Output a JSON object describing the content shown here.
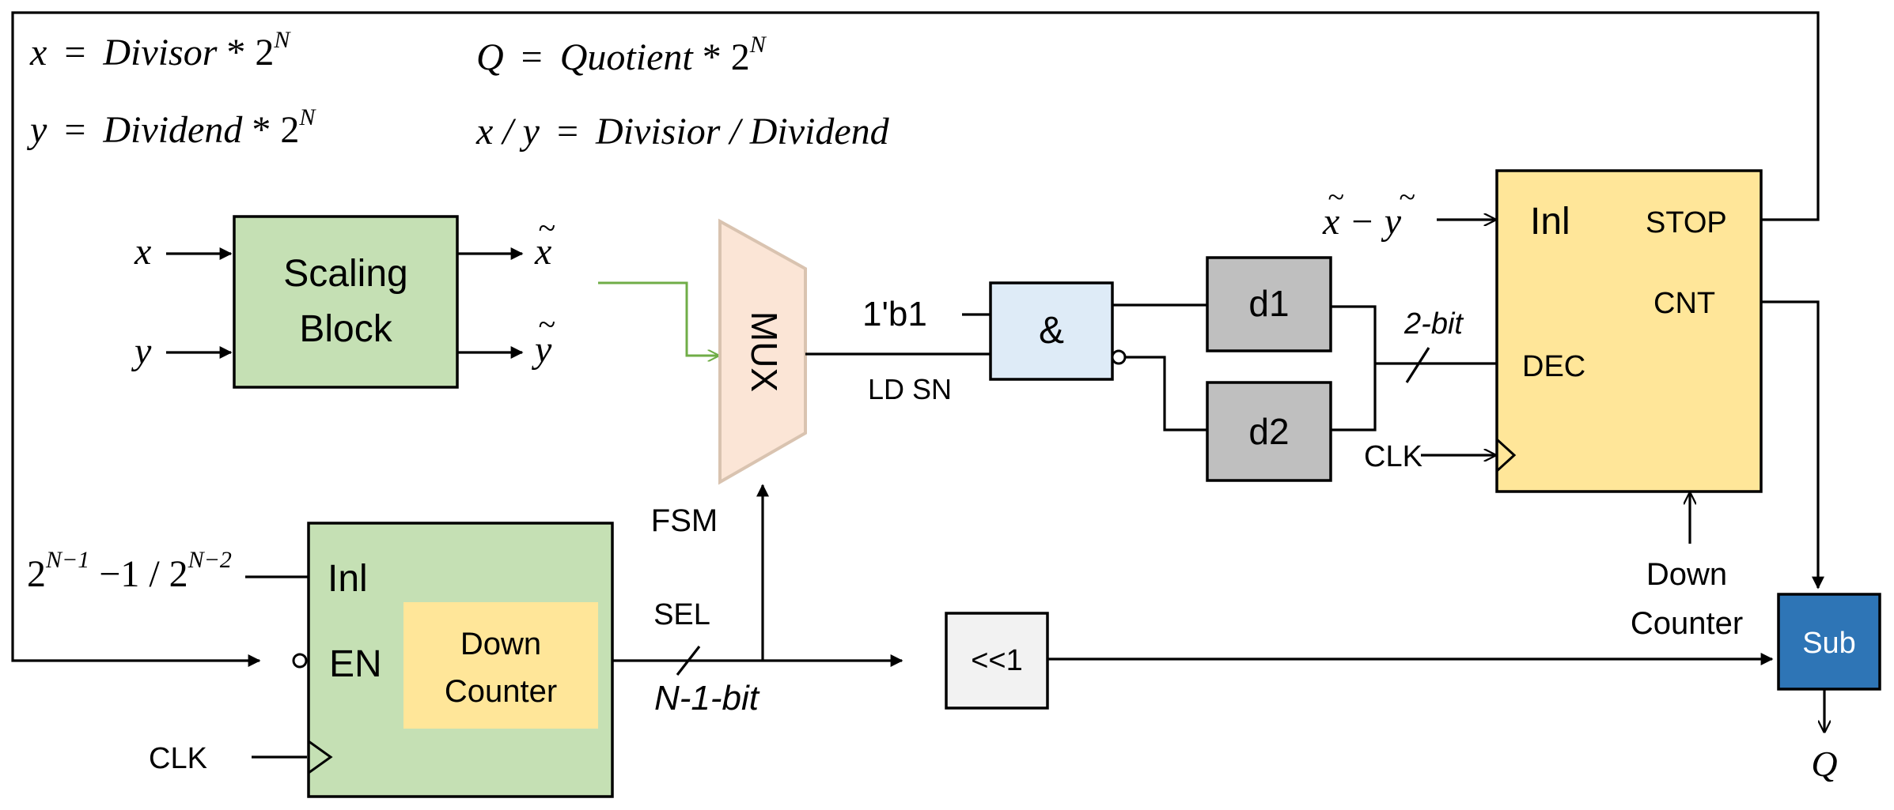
{
  "equations": {
    "x_var": "x",
    "x_rhs": "Divisor",
    "y_var": "y",
    "y_rhs": "Dividend",
    "q_var": "Q",
    "q_rhs": "Quotient",
    "xy_lhs": "x / y",
    "xy_rhs": "Divisior / Dividend",
    "equals": "=",
    "times": " * 2",
    "exp": "N"
  },
  "scaling": {
    "label_line1": "Scaling",
    "label_line2": "Block",
    "in_x": "x",
    "in_y": "y",
    "out_x": "x",
    "out_y": "y",
    "tilde": "~"
  },
  "mux": {
    "label": "MUX",
    "fsm": "FSM"
  },
  "and_gate": {
    "label": "&",
    "const_in": "1'b1",
    "ld_sn": "LD SN"
  },
  "delays": {
    "d1": "d1",
    "d2": "d2"
  },
  "top_counter": {
    "inl": "Inl",
    "stop": "STOP",
    "cnt": "CNT",
    "dec": "DEC",
    "bus2": "2-bit",
    "clk": "CLK",
    "input_expr": "x − y",
    "down_line1": "Down",
    "down_line2": "Counter"
  },
  "bottom_counter": {
    "inl": "Inl",
    "en": "EN",
    "clk": "CLK",
    "inner_line1": "Down",
    "inner_line2": "Counter",
    "init_base1": "2",
    "init_exp1": "N−1",
    "init_mid": " −1 / 2",
    "init_exp2": "N−2",
    "sel": "SEL",
    "bus": "N-1-bit"
  },
  "shift": {
    "label": "<<1"
  },
  "sub": {
    "label": "Sub",
    "output": "Q"
  },
  "colors": {
    "green_block": "#c5e0b4",
    "orange_mux": "#fbe5d6",
    "mux_stroke": "#d9c3b0",
    "and_fill": "#deebf7",
    "delay_fill": "#bfbfbf",
    "counter_fill": "#ffe699",
    "shift_fill": "#f2f2f2",
    "sub_fill": "#2e75b6",
    "feedback_green": "#70ad47"
  }
}
